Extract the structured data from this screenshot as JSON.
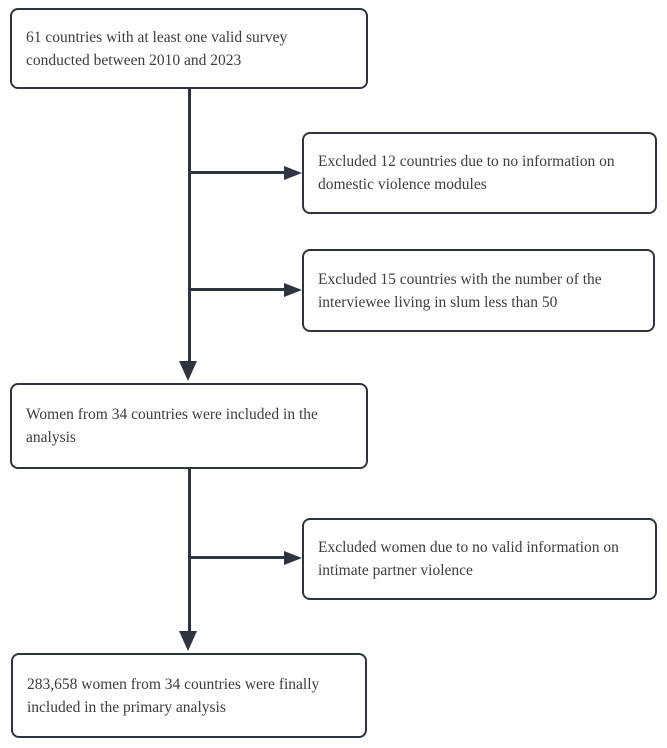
{
  "diagram": {
    "type": "flowchart",
    "colors": {
      "line": "#2e3440",
      "border": "#2e3440",
      "text": "#3d3d3d",
      "background": "#ffffff"
    },
    "boxes": {
      "initial": {
        "text": "61 countries with at least one valid survey conducted between 2010 and 2023"
      },
      "excluded_1": {
        "text": "Excluded 12 countries due to no information on domestic violence modules"
      },
      "excluded_2": {
        "text": "Excluded 15 countries with the number of the interviewee living in slum less than 50"
      },
      "included": {
        "text": "Women from 34 countries were included in the analysis"
      },
      "excluded_3": {
        "text": "Excluded women due to no valid information on intimate partner violence"
      },
      "final": {
        "text": "283,658 women from 34 countries were finally included in the primary analysis"
      }
    }
  }
}
